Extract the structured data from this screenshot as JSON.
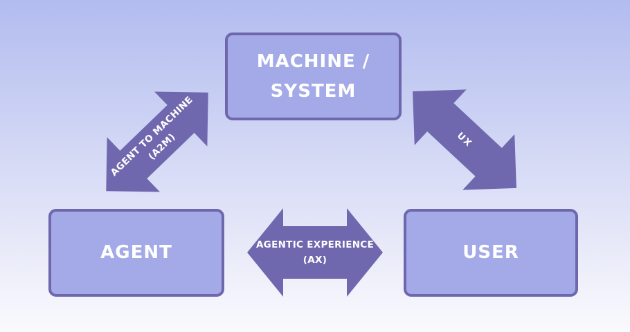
{
  "diagram": {
    "nodes": {
      "machine": {
        "label": "MACHINE / SYSTEM"
      },
      "agent": {
        "label": "AGENT"
      },
      "user": {
        "label": "USER"
      }
    },
    "connections": {
      "a2m": {
        "line1": "AGENT TO MACHINE",
        "line2": "(A2M)"
      },
      "ux": {
        "line1": "UX"
      },
      "ax": {
        "line1": "AGENTIC EXPERIENCE",
        "line2": "(AX)"
      }
    }
  },
  "colors": {
    "arrow": "#6F68AE",
    "node_fill": "#A3AAE7",
    "node_border": "#6E67AD",
    "text": "#FFFFFF",
    "background_top": "#B2BCEF",
    "background_mid": "#DFE2F7",
    "background_bottom": "#FAFAFD"
  }
}
